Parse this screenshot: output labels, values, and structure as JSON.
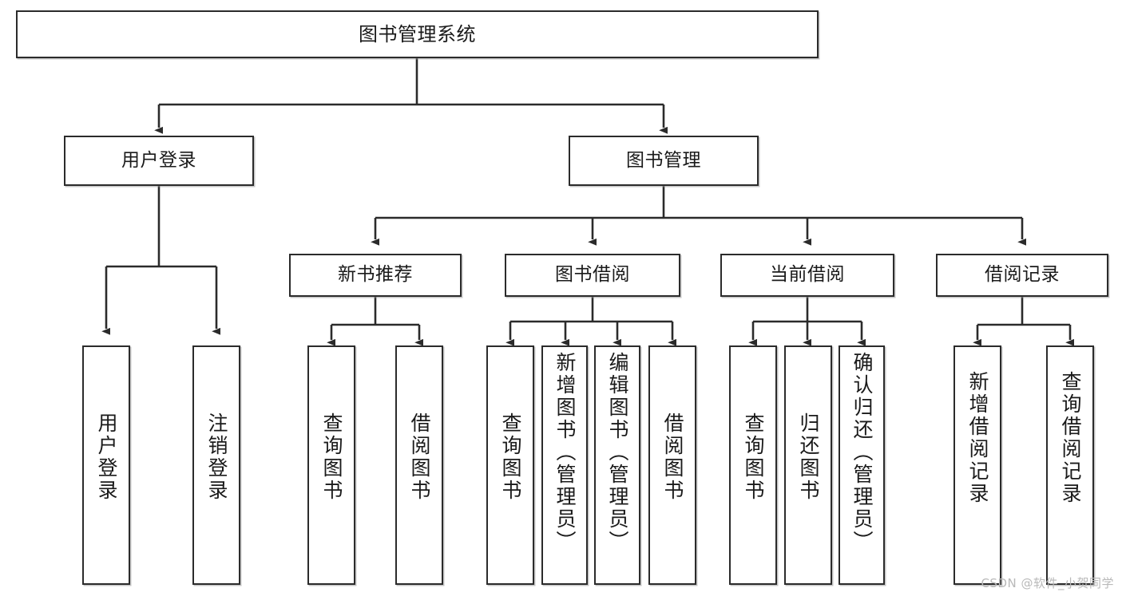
{
  "diagram": {
    "type": "tree-hierarchy",
    "title": "图书管理系统",
    "orientation": "top-down",
    "colors": {
      "box_border": "#2b2b2b",
      "box_fill": "#ffffff",
      "edge": "#2b2b2b",
      "text": "#1a1a1a",
      "watermark": "#b9b9b9"
    },
    "nodes": {
      "root": {
        "label": "图书管理系统"
      },
      "level2": [
        {
          "id": "user-login",
          "label": "用户登录"
        },
        {
          "id": "book-manage",
          "label": "图书管理"
        }
      ],
      "level3": [
        {
          "id": "new-book-recommend",
          "label": "新书推荐"
        },
        {
          "id": "book-borrow",
          "label": "图书借阅"
        },
        {
          "id": "current-borrow",
          "label": "当前借阅"
        },
        {
          "id": "borrow-record",
          "label": "借阅记录"
        }
      ],
      "leaves": {
        "user-login": [
          {
            "id": "leaf-user-login",
            "label": "用户登录"
          },
          {
            "id": "leaf-logout-login",
            "label": "注销登录"
          }
        ],
        "new-book-recommend": [
          {
            "id": "leaf-query-book-1",
            "label": "查询图书"
          },
          {
            "id": "leaf-borrow-book-1",
            "label": "借阅图书"
          }
        ],
        "book-borrow": [
          {
            "id": "leaf-query-book-2",
            "label": "查询图书"
          },
          {
            "id": "leaf-add-book",
            "label": "新增图书（管理员）"
          },
          {
            "id": "leaf-edit-book",
            "label": "编辑图书（管理员）"
          },
          {
            "id": "leaf-borrow-book-2",
            "label": "借阅图书"
          }
        ],
        "current-borrow": [
          {
            "id": "leaf-query-book-3",
            "label": "查询图书"
          },
          {
            "id": "leaf-return-book",
            "label": "归还图书"
          },
          {
            "id": "leaf-confirm-return",
            "label": "确认归还（管理员）"
          }
        ],
        "borrow-record": [
          {
            "id": "leaf-add-record",
            "label": "新增借阅记录"
          },
          {
            "id": "leaf-query-record",
            "label": "查询借阅记录"
          }
        ]
      }
    },
    "watermark": "CSDN @软件_小贺同学"
  }
}
